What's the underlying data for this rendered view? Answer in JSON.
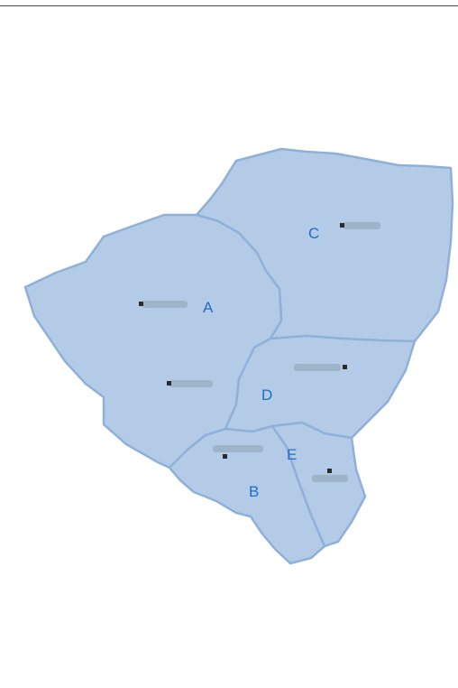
{
  "map": {
    "region_fill": "#b3cbe7",
    "border_color": "#8fb0d8",
    "label_color": "#1f6fc4",
    "regions": [
      {
        "id": "A",
        "label": "A"
      },
      {
        "id": "B",
        "label": "B"
      },
      {
        "id": "C",
        "label": "C"
      },
      {
        "id": "D",
        "label": "D"
      },
      {
        "id": "E",
        "label": "E"
      }
    ],
    "towns_legible": false
  }
}
